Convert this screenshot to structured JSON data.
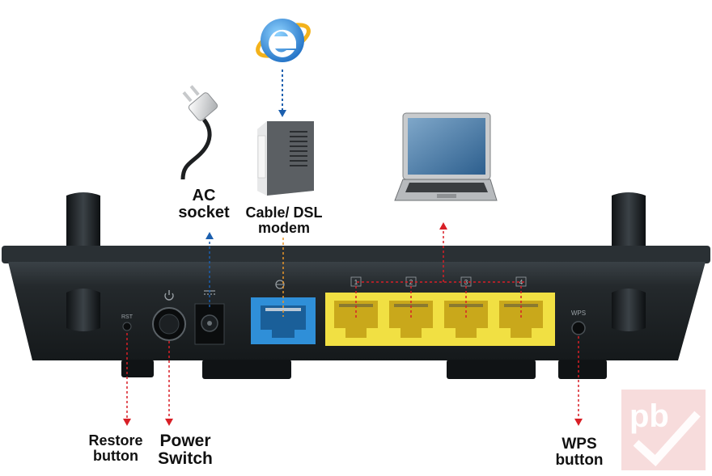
{
  "labels": {
    "ac_socket": [
      "AC",
      "socket"
    ],
    "modem": [
      "Cable/ DSL",
      "modem"
    ],
    "restore": [
      "Restore",
      "button"
    ],
    "power": [
      "Power",
      "Switch"
    ],
    "wps": [
      "WPS",
      "button"
    ]
  },
  "router": {
    "restore_mark": "RST",
    "wps_mark": "WPS",
    "lan_ports": [
      "1",
      "2",
      "3",
      "4"
    ]
  },
  "watermark": "pb",
  "colors": {
    "arrow_red": "#d81f26",
    "arrow_blue": "#1b5fae",
    "arrow_orange": "#e8962a",
    "wan_port": "#2f8fd8",
    "lan_ports": "#f1e043",
    "router_body": "#1e2326",
    "watermark": "#e79a9a"
  }
}
